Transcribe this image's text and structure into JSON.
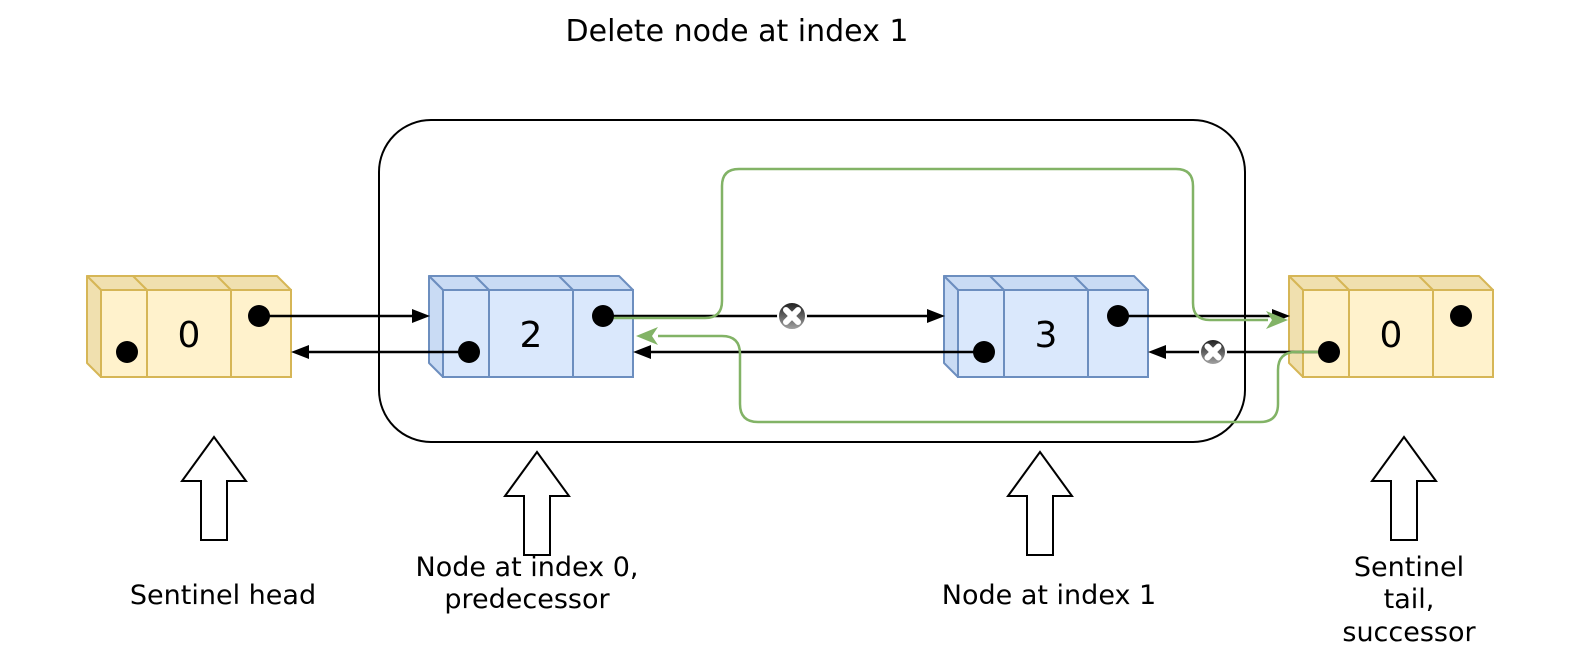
{
  "title": "Delete node at index 1",
  "diagram": {
    "nodes": [
      {
        "name": "sentinel-head",
        "value": "0",
        "style": "sentinel"
      },
      {
        "name": "node-index-0",
        "value": "2",
        "style": "node"
      },
      {
        "name": "node-index-1",
        "value": "3",
        "style": "node"
      },
      {
        "name": "sentinel-tail",
        "value": "0",
        "style": "sentinel"
      }
    ],
    "callouts": [
      {
        "target": "sentinel-head",
        "text": "Sentinel head"
      },
      {
        "target": "node-index-0",
        "text": "Node at index 0,\npredecessor"
      },
      {
        "target": "node-index-1",
        "text": "Node at index 1"
      },
      {
        "target": "sentinel-tail",
        "text": "Sentinel tail,\nsuccessor"
      }
    ],
    "links": [
      {
        "from": "sentinel-head",
        "to": "node-index-0",
        "type": "next",
        "status": "kept"
      },
      {
        "from": "node-index-0",
        "to": "sentinel-head",
        "type": "prev",
        "status": "kept"
      },
      {
        "from": "node-index-0",
        "to": "node-index-1",
        "type": "next",
        "status": "deleted"
      },
      {
        "from": "node-index-1",
        "to": "node-index-0",
        "type": "prev",
        "status": "kept"
      },
      {
        "from": "node-index-1",
        "to": "sentinel-tail",
        "type": "next",
        "status": "kept"
      },
      {
        "from": "sentinel-tail",
        "to": "node-index-1",
        "type": "prev",
        "status": "deleted"
      },
      {
        "from": "node-index-0",
        "to": "sentinel-tail",
        "type": "next",
        "status": "new"
      },
      {
        "from": "sentinel-tail",
        "to": "node-index-0",
        "type": "prev",
        "status": "new"
      }
    ],
    "icons": {
      "deleted_link": "cross-circle-icon",
      "callout_pointer": "up-arrow-outline"
    },
    "colors": {
      "sentinel_fill": "#FFF2CC",
      "sentinel_side": "#F0E0AF",
      "sentinel_border": "#D6B656",
      "node_fill": "#DAE8FC",
      "node_side": "#C9DBF4",
      "node_border": "#6C8EBF",
      "new_link": "#82B366",
      "old_link": "#000000"
    }
  }
}
